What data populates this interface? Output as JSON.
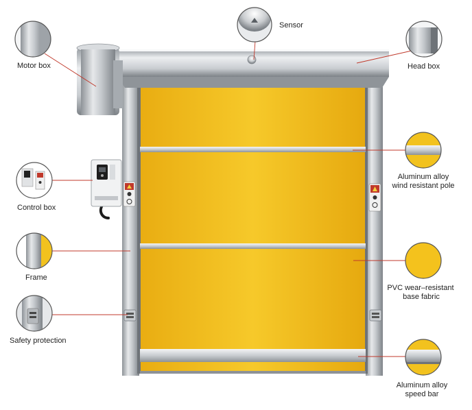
{
  "labels": {
    "sensor": "Sensor",
    "motor_box": "Motor box",
    "head_box": "Head box",
    "control_box": "Control box",
    "aluminum_pole_line1": "Aluminum alloy",
    "aluminum_pole_line2": "wind resistant pole",
    "frame": "Frame",
    "pvc_line1": "PVC wear–resistant",
    "pvc_line2": "base fabric",
    "safety_protection": "Safety protection",
    "speed_bar_line1": "Aluminum alloy",
    "speed_bar_line2": "speed bar"
  },
  "colors": {
    "fabric_yellow": "#F2BE1E",
    "frame_steel": "#B8BCC0",
    "callout_line": "#C0392B",
    "callout_ring": "#555555"
  }
}
